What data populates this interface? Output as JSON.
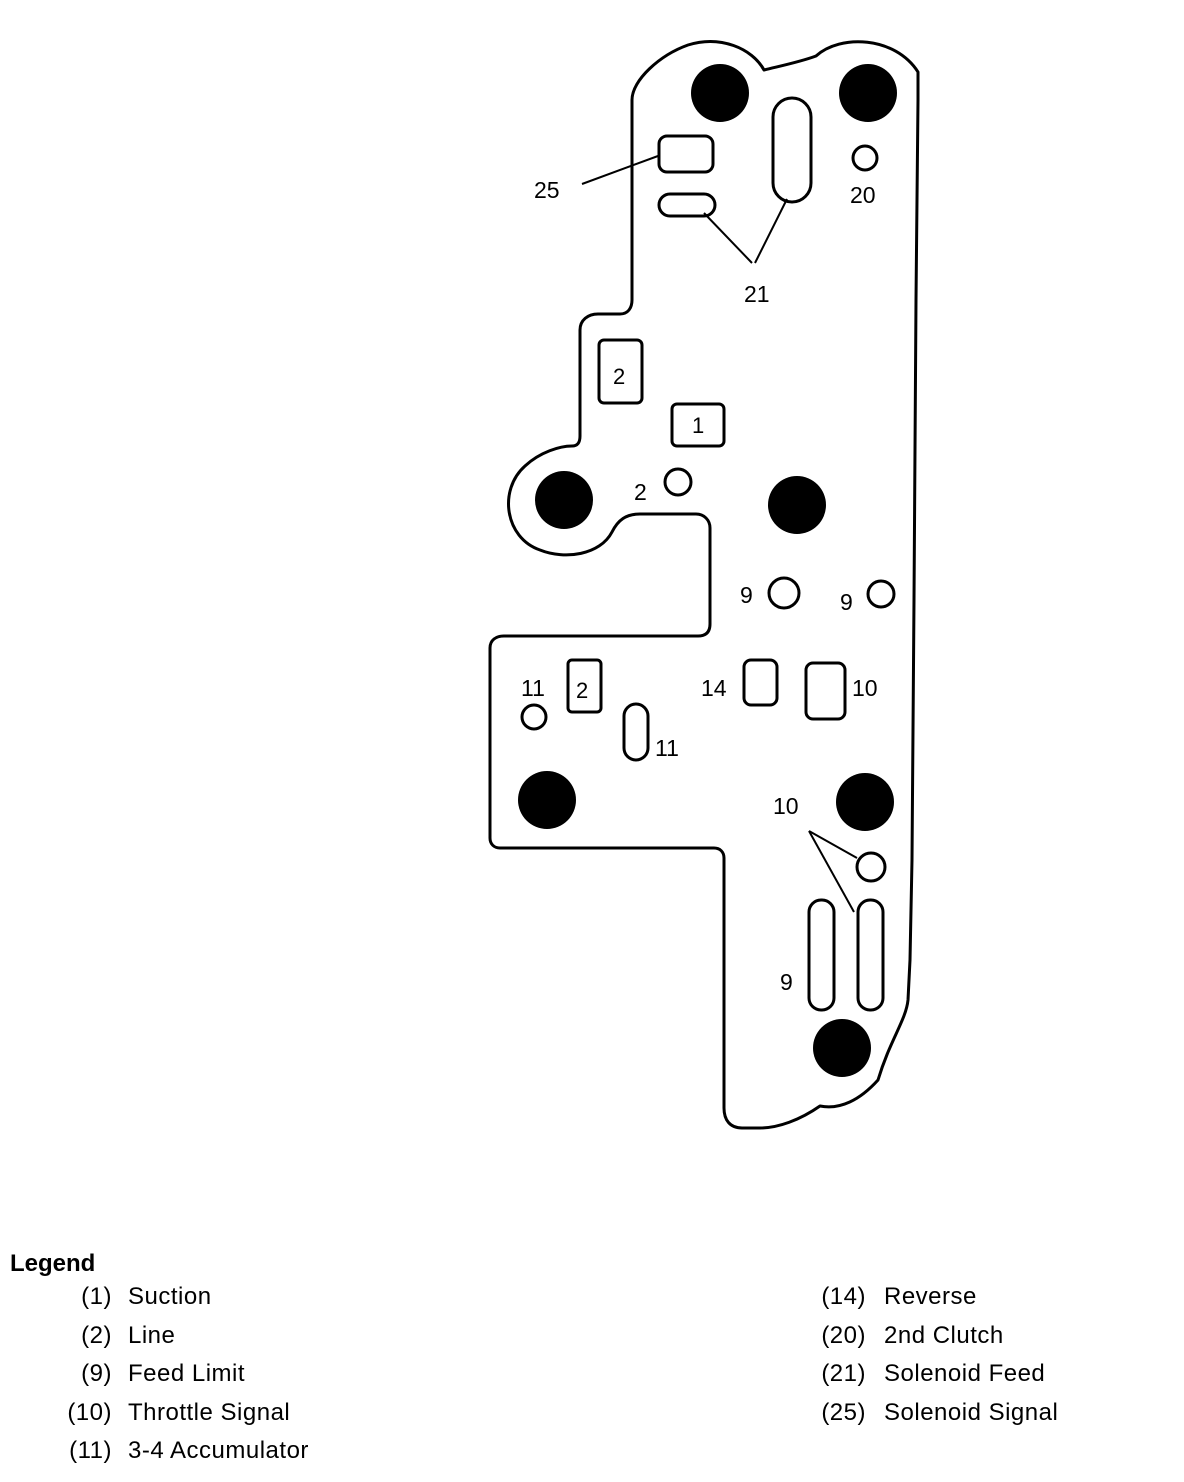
{
  "diagram": {
    "callouts": {
      "c25": "25",
      "c20": "20",
      "c21": "21",
      "c2a": "2",
      "c9a": "9",
      "c9b": "9",
      "c11a": "11",
      "c14": "14",
      "c10a": "10",
      "c11b": "11",
      "c10b": "10",
      "c9c": "9"
    },
    "box_labels": {
      "b2top": "2",
      "b1": "1",
      "b2low": "2"
    }
  },
  "legend": {
    "title": "Legend",
    "left": [
      {
        "code": "(1)",
        "desc": "Suction"
      },
      {
        "code": "(2)",
        "desc": "Line"
      },
      {
        "code": "(9)",
        "desc": "Feed Limit"
      },
      {
        "code": "(10)",
        "desc": "Throttle Signal"
      },
      {
        "code": "(11)",
        "desc": "3-4 Accumulator"
      }
    ],
    "right": [
      {
        "code": "(14)",
        "desc": "Reverse"
      },
      {
        "code": "(20)",
        "desc": "2nd Clutch"
      },
      {
        "code": "(21)",
        "desc": "Solenoid Feed"
      },
      {
        "code": "(25)",
        "desc": "Solenoid Signal"
      }
    ]
  }
}
